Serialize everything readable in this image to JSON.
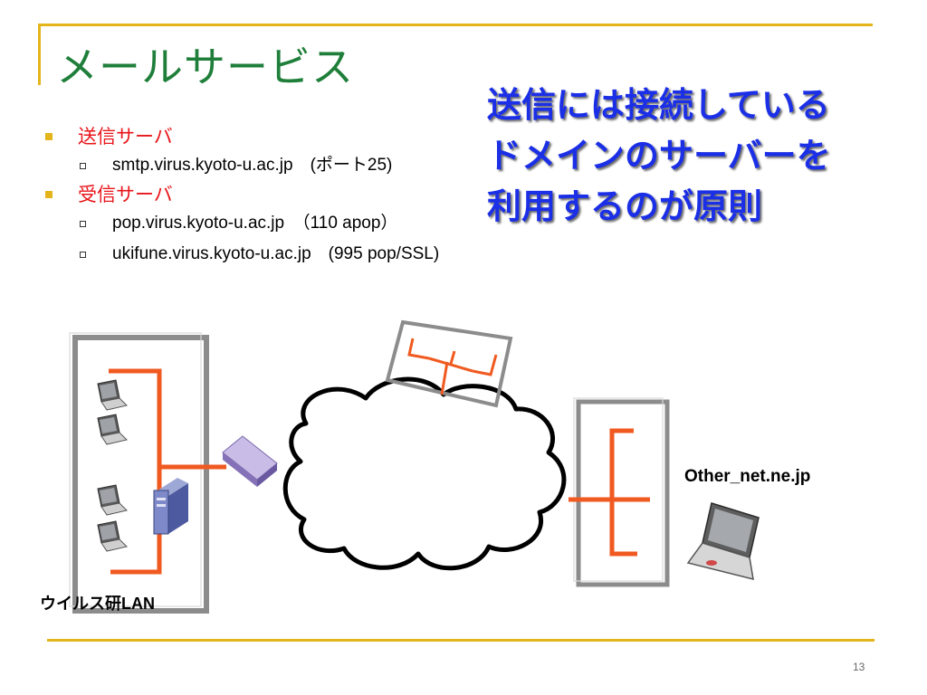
{
  "title": "メールサービス",
  "callout": [
    "送信には接続している",
    "ドメインのサーバーを",
    "利用するのが原則"
  ],
  "bullets": [
    {
      "label": "送信サーバ",
      "items": [
        "smtp.virus.kyoto-u.ac.jp　(ポート25)"
      ]
    },
    {
      "label": "受信サーバ",
      "items": [
        "pop.virus.kyoto-u.ac.jp　（110 apop）",
        "ukifune.virus.kyoto-u.ac.jp　(995 pop/SSL)"
      ]
    }
  ],
  "diagram": {
    "lab_label": "ウイルス研LAN",
    "other_label": "Other_net.ne.jp",
    "colors": {
      "lan_line": "#f05a20",
      "box_border": "#8c8c8c",
      "cloud": "#000000",
      "router": "#9a86c4"
    },
    "icons": [
      "laptop-icon",
      "server-tower-icon",
      "router-icon",
      "cloud-icon"
    ]
  },
  "page_number": "13"
}
